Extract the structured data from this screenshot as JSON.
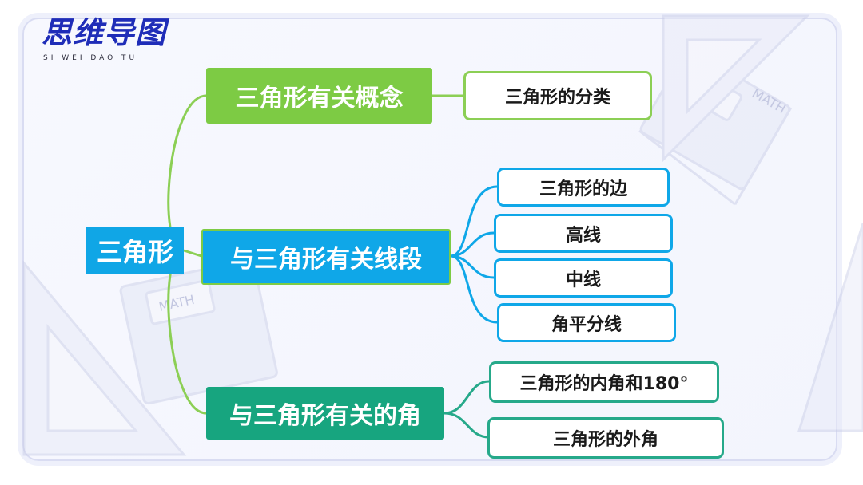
{
  "brand": {
    "title": "思维导图",
    "subtitle": "SI WEI DAO TU"
  },
  "root": {
    "label": "三角形",
    "color": "#10a6e6"
  },
  "branches": [
    {
      "label": "三角形有关概念",
      "color": "#7dcb44",
      "children": [
        "三角形的分类"
      ]
    },
    {
      "label": "与三角形有关线段",
      "color": "#0fa7e8",
      "children": [
        "三角形的边",
        "高线",
        "中线",
        "角平分线"
      ]
    },
    {
      "label": "与三角形有关的角",
      "color": "#17a57f",
      "children": [
        "三角形的内角和180°",
        "三角形的外角"
      ]
    }
  ],
  "decoration": {
    "book_label": "MATH"
  }
}
